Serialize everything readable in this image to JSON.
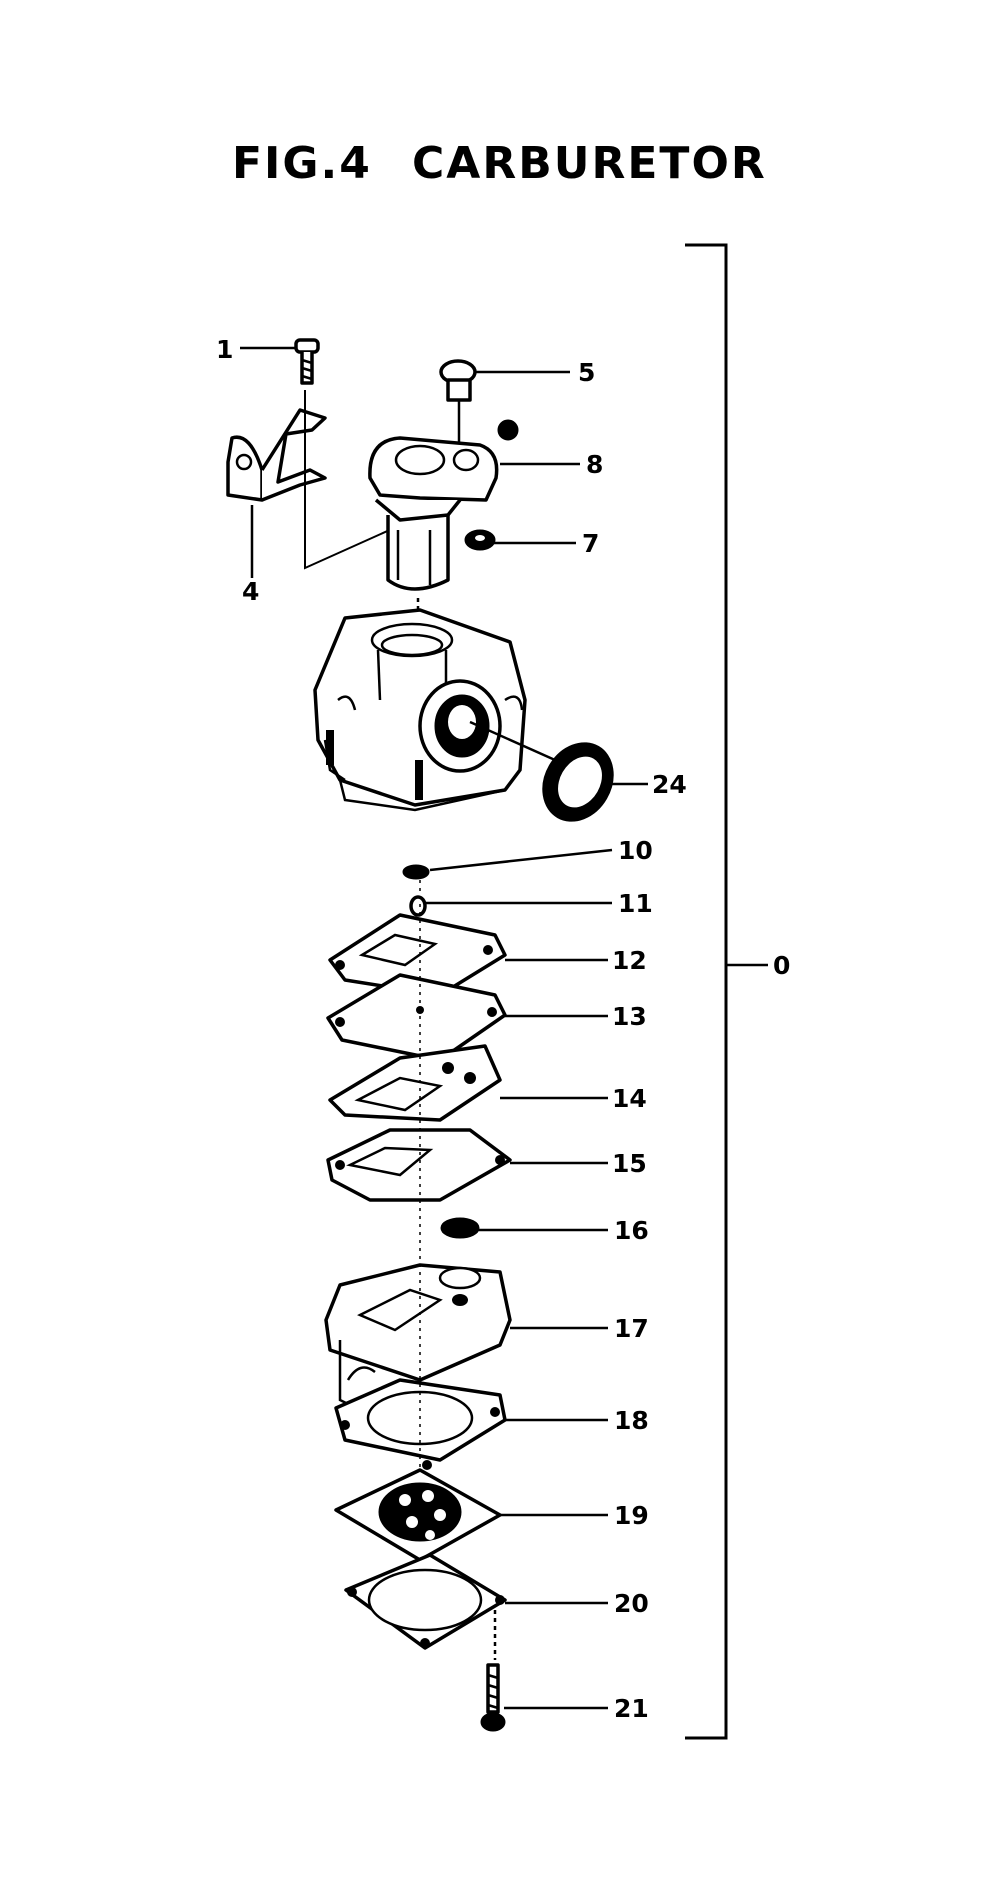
{
  "figure": {
    "number_label": "FIG.4",
    "title": "CARBURETOR"
  },
  "callouts": {
    "c1": "1",
    "c4": "4",
    "c5": "5",
    "c7": "7",
    "c8": "8",
    "c24": "24",
    "c10": "10",
    "c11": "11",
    "c12": "12",
    "c13": "13",
    "c14": "14",
    "c15": "15",
    "c16": "16",
    "c17": "17",
    "c18": "18",
    "c19": "19",
    "c20": "20",
    "c21": "21",
    "c0": "0"
  },
  "colors": {
    "ink": "#000000",
    "paper": "#ffffff"
  }
}
